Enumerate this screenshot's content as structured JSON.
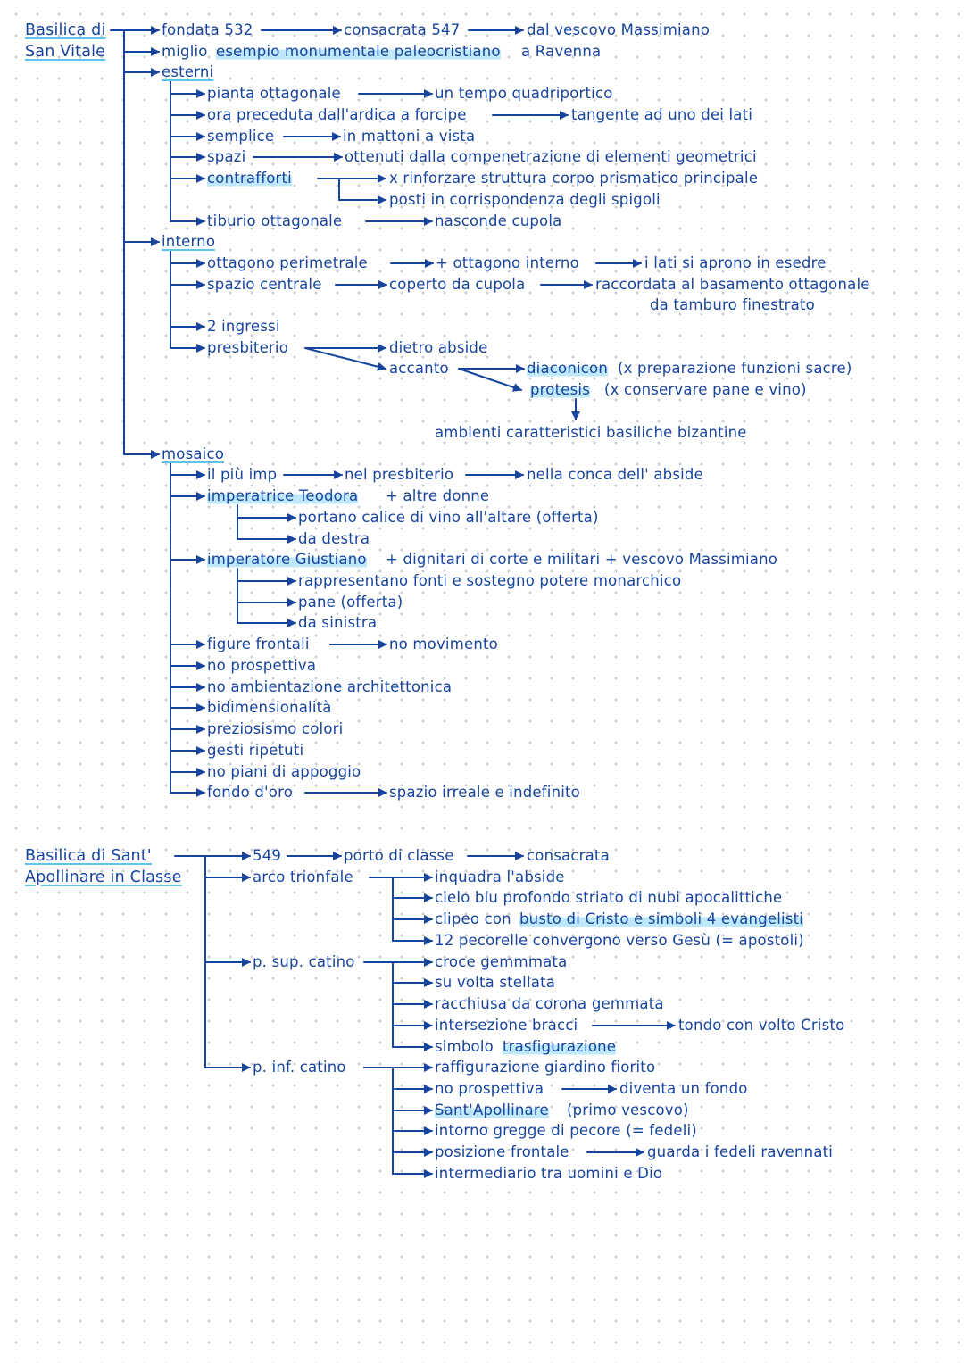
{
  "colors": {
    "ink": "#17449c",
    "highlight": "#bfe9fb",
    "underline": "#5ec4ee",
    "dots": "#c9ccd2"
  },
  "sections": [
    {
      "title_lines": [
        "Basilica di",
        "San Vitale"
      ],
      "nodes": [
        {
          "id": "sv_fondata",
          "text": "fondata 532"
        },
        {
          "id": "sv_consacrata",
          "text": "consacrata 547"
        },
        {
          "id": "sv_vescovo",
          "text": "dal vescovo Massimiano"
        },
        {
          "id": "sv_miglio_a",
          "text": "miglio"
        },
        {
          "id": "sv_miglio_b",
          "text": "esempio monumentale paleocristiano",
          "highlight": true
        },
        {
          "id": "sv_miglio_c",
          "text": "a Ravenna"
        },
        {
          "id": "sv_esterni",
          "text": "esterni",
          "underline": true
        },
        {
          "id": "sv_pianta",
          "text": "pianta ottagonale"
        },
        {
          "id": "sv_quadriportico",
          "text": "un tempo quadriportico"
        },
        {
          "id": "sv_ardica",
          "text": "ora preceduta dall'ardica a forcipe"
        },
        {
          "id": "sv_tangente",
          "text": "tangente ad uno dei lati"
        },
        {
          "id": "sv_semplice",
          "text": "semplice"
        },
        {
          "id": "sv_mattoni",
          "text": "in mattoni a vista"
        },
        {
          "id": "sv_spazi",
          "text": "spazi"
        },
        {
          "id": "sv_compenetrazione",
          "text": "ottenuti dalla compenetrazione di elementi geometrici"
        },
        {
          "id": "sv_contrafforti",
          "text": "contrafforti",
          "highlight": true
        },
        {
          "id": "sv_rinforzare",
          "text": "x rinforzare struttura corpo prismatico principale"
        },
        {
          "id": "sv_spigoli",
          "text": "posti in corrispondenza degli spigoli"
        },
        {
          "id": "sv_tiburio",
          "text": "tiburio ottagonale"
        },
        {
          "id": "sv_nasconde",
          "text": "nasconde cupola"
        },
        {
          "id": "sv_interno",
          "text": "interno",
          "underline": true
        },
        {
          "id": "sv_ottagono_per",
          "text": "ottagono perimetrale"
        },
        {
          "id": "sv_ottagono_int",
          "text": "+ ottagono interno"
        },
        {
          "id": "sv_esedre",
          "text": "i lati si aprono in esedre"
        },
        {
          "id": "sv_spazio_centrale",
          "text": "spazio centrale"
        },
        {
          "id": "sv_coperto",
          "text": "coperto da cupola"
        },
        {
          "id": "sv_raccordata",
          "text": "raccordata al basamento ottagonale"
        },
        {
          "id": "sv_tamburo",
          "text": "da tamburo finestrato"
        },
        {
          "id": "sv_ingressi",
          "text": "2 ingressi"
        },
        {
          "id": "sv_presbiterio",
          "text": "presbiterio"
        },
        {
          "id": "sv_dietro",
          "text": "dietro abside"
        },
        {
          "id": "sv_accanto",
          "text": "accanto"
        },
        {
          "id": "sv_diaconicon_a",
          "text": "diaconicon",
          "highlight": true
        },
        {
          "id": "sv_diaconicon_b",
          "text": "(x preparazione funzioni sacre)"
        },
        {
          "id": "sv_protesis_a",
          "text": "protesis",
          "highlight": true
        },
        {
          "id": "sv_protesis_b",
          "text": "(x conservare pane e vino)"
        },
        {
          "id": "sv_ambienti",
          "text": "ambienti caratteristici basiliche bizantine"
        },
        {
          "id": "sv_mosaico",
          "text": "mosaico",
          "underline": true
        },
        {
          "id": "sv_piu_imp",
          "text": "il più imp"
        },
        {
          "id": "sv_nel_presb",
          "text": "nel presbiterio"
        },
        {
          "id": "sv_conca",
          "text": "nella conca dell' abside"
        },
        {
          "id": "sv_teodora_a",
          "text": "imperatrice Teodora",
          "highlight": true
        },
        {
          "id": "sv_teodora_b",
          "text": "+ altre donne"
        },
        {
          "id": "sv_calice",
          "text": "portano calice di vino all'altare (offerta)"
        },
        {
          "id": "sv_destra",
          "text": "da destra"
        },
        {
          "id": "sv_giustiano_a",
          "text": "imperatore Giustiano",
          "highlight": true
        },
        {
          "id": "sv_giustiano_b",
          "text": "+ dignitari di corte e militari + vescovo Massimiano"
        },
        {
          "id": "sv_rappresentano",
          "text": "rappresentano fonti e sostegno potere monarchico"
        },
        {
          "id": "sv_pane",
          "text": "pane (offerta)"
        },
        {
          "id": "sv_sinistra",
          "text": "da sinistra"
        },
        {
          "id": "sv_frontali",
          "text": "figure frontali"
        },
        {
          "id": "sv_no_mov",
          "text": "no movimento"
        },
        {
          "id": "sv_no_prosp",
          "text": "no prospettiva"
        },
        {
          "id": "sv_no_amb",
          "text": "no ambientazione architettonica"
        },
        {
          "id": "sv_bidim",
          "text": "bidimensionalità"
        },
        {
          "id": "sv_prezios",
          "text": "preziosismo colori"
        },
        {
          "id": "sv_gesti",
          "text": "gesti ripetuti"
        },
        {
          "id": "sv_piani",
          "text": "no piani di appoggio"
        },
        {
          "id": "sv_fondo",
          "text": "fondo d'oro"
        },
        {
          "id": "sv_irreale",
          "text": "spazio irreale e indefinito"
        }
      ]
    },
    {
      "title_lines": [
        "Basilica di Sant'",
        "Apollinare in Classe"
      ],
      "nodes": [
        {
          "id": "sa_549",
          "text": "549"
        },
        {
          "id": "sa_porto",
          "text": "porto di classe"
        },
        {
          "id": "sa_consacrata",
          "text": "consacrata"
        },
        {
          "id": "sa_arco",
          "text": "arco trionfale"
        },
        {
          "id": "sa_inquadra",
          "text": "inquadra l'abside"
        },
        {
          "id": "sa_cielo",
          "text": "cielo blu profondo striato di nubi apocalittiche"
        },
        {
          "id": "sa_clipeo_a",
          "text": "clipeo con"
        },
        {
          "id": "sa_clipeo_b",
          "text": "busto di Cristo e simboli 4 evangelisti",
          "highlight": true
        },
        {
          "id": "sa_pecorelle",
          "text": "12 pecorelle convergono verso Gesù (= apostoli)"
        },
        {
          "id": "sa_psup",
          "text": "p. sup. catino"
        },
        {
          "id": "sa_croce",
          "text": "croce gemmmata"
        },
        {
          "id": "sa_volta",
          "text": "su volta stellata"
        },
        {
          "id": "sa_corona",
          "text": "racchiusa da corona gemmata"
        },
        {
          "id": "sa_intersezione",
          "text": "intersezione bracci"
        },
        {
          "id": "sa_tondo",
          "text": "tondo con volto Cristo"
        },
        {
          "id": "sa_simbolo_a",
          "text": "simbolo"
        },
        {
          "id": "sa_simbolo_b",
          "text": "trasfigurazione",
          "highlight": true
        },
        {
          "id": "sa_pinf",
          "text": "p. inf. catino"
        },
        {
          "id": "sa_giardino",
          "text": "raffigurazione giardino fiorito"
        },
        {
          "id": "sa_no_prosp",
          "text": "no prospettiva"
        },
        {
          "id": "sa_fondo",
          "text": "diventa un fondo"
        },
        {
          "id": "sa_apollinare_a",
          "text": "Sant'Apollinare",
          "highlight": true
        },
        {
          "id": "sa_apollinare_b",
          "text": "(primo vescovo)"
        },
        {
          "id": "sa_gregge",
          "text": "intorno gregge di pecore (= fedeli)"
        },
        {
          "id": "sa_frontale",
          "text": "posizione frontale"
        },
        {
          "id": "sa_guarda",
          "text": "guarda i fedeli ravennati"
        },
        {
          "id": "sa_intermediario",
          "text": "intermediario tra uomini e Dio"
        }
      ]
    }
  ]
}
